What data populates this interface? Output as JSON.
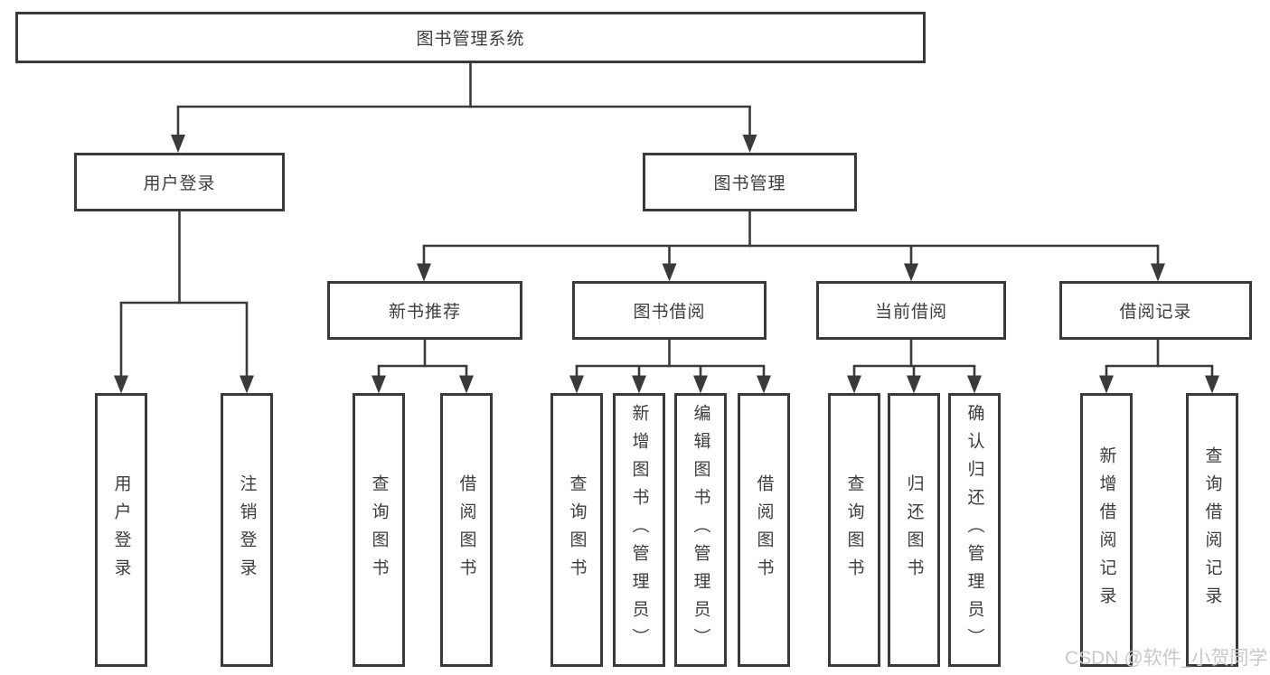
{
  "tree": {
    "label": "图书管理系统",
    "children": [
      {
        "label": "用户登录",
        "children": [
          {
            "label": "用户登录"
          },
          {
            "label": "注销登录"
          }
        ]
      },
      {
        "label": "图书管理",
        "children": [
          {
            "label": "新书推荐",
            "children": [
              {
                "label": "查询图书"
              },
              {
                "label": "借阅图书"
              }
            ]
          },
          {
            "label": "图书借阅",
            "children": [
              {
                "label": "查询图书"
              },
              {
                "label": "新增图书（管理员）"
              },
              {
                "label": "编辑图书（管理员）"
              },
              {
                "label": "借阅图书"
              }
            ]
          },
          {
            "label": "当前借阅",
            "children": [
              {
                "label": "查询图书"
              },
              {
                "label": "归还图书"
              },
              {
                "label": "确认归还（管理员）"
              }
            ]
          },
          {
            "label": "借阅记录",
            "children": [
              {
                "label": "新增借阅记录"
              },
              {
                "label": "查询借阅记录"
              }
            ]
          }
        ]
      }
    ]
  },
  "watermark": "CSDN @软件_小贺同学",
  "colors": {
    "line": "#3a3a3a",
    "text": "#3d3d3d",
    "watermark": "#c9c9c9",
    "background": "#ffffff"
  }
}
